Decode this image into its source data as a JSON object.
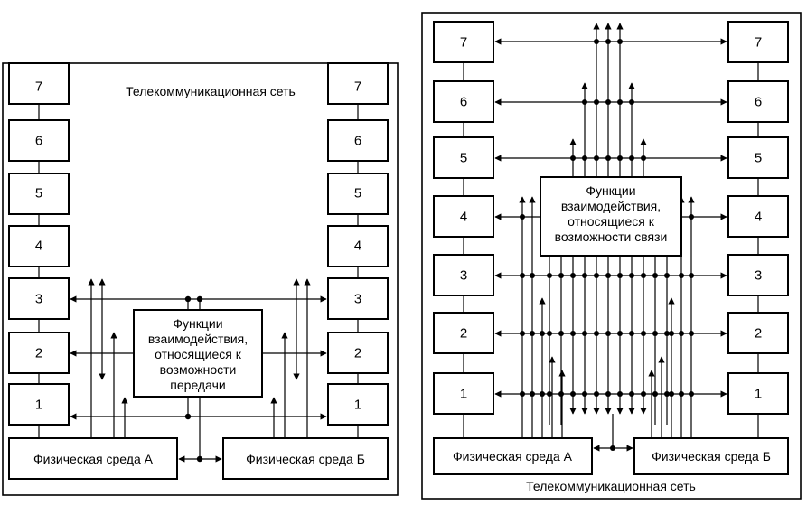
{
  "left": {
    "title": "Телекоммуникационная  сеть",
    "layers_left": [
      "7",
      "6",
      "5",
      "4",
      "3",
      "2",
      "1"
    ],
    "layers_right": [
      "7",
      "6",
      "5",
      "4",
      "3",
      "2",
      "1"
    ],
    "center_lines": [
      "Функции",
      "взаимодействия,",
      "относящиеся к",
      "возможности",
      "передачи"
    ],
    "medium_a": "Физическая среда А",
    "medium_b": "Физическая среда Б"
  },
  "right": {
    "title": "Телекоммуникационная  сеть",
    "layers_left": [
      "7",
      "6",
      "5",
      "4",
      "3",
      "2",
      "1"
    ],
    "layers_right": [
      "7",
      "6",
      "5",
      "4",
      "3",
      "2",
      "1"
    ],
    "center_lines": [
      "Функции",
      "взаимодействия,",
      "относящиеся к",
      "возможности связи"
    ],
    "medium_a": "Физическая среда А",
    "medium_b": "Физическая среда Б"
  }
}
